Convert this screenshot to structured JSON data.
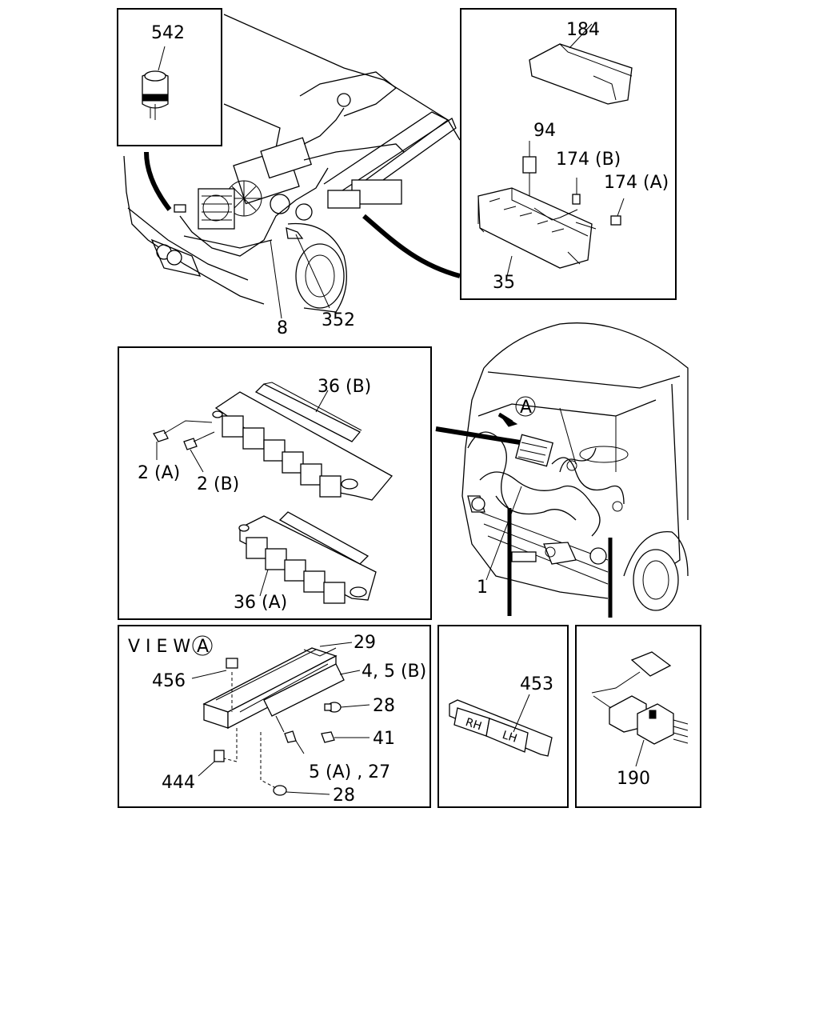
{
  "labels": {
    "p542": "542",
    "p184": "184",
    "p94": "94",
    "p174b": "174 (B)",
    "p174a": "174 (A)",
    "p35": "35",
    "p8": "8",
    "p352": "352",
    "p36b": "36 (B)",
    "p2a": "2 (A)",
    "p2b": "2 (B)",
    "p36a": "36 (A)",
    "viewA_marker": "A",
    "p1": "1",
    "view_title": "V I E W",
    "view_circle": "A",
    "p29": "29",
    "p45b": "4, 5 (B)",
    "p456": "456",
    "p28a": "28",
    "p41": "41",
    "p444": "444",
    "p5a27": "5 (A) , 27",
    "p28b": "28",
    "p453": "453",
    "rh": "RH",
    "lh": "LH",
    "p190": "190"
  }
}
